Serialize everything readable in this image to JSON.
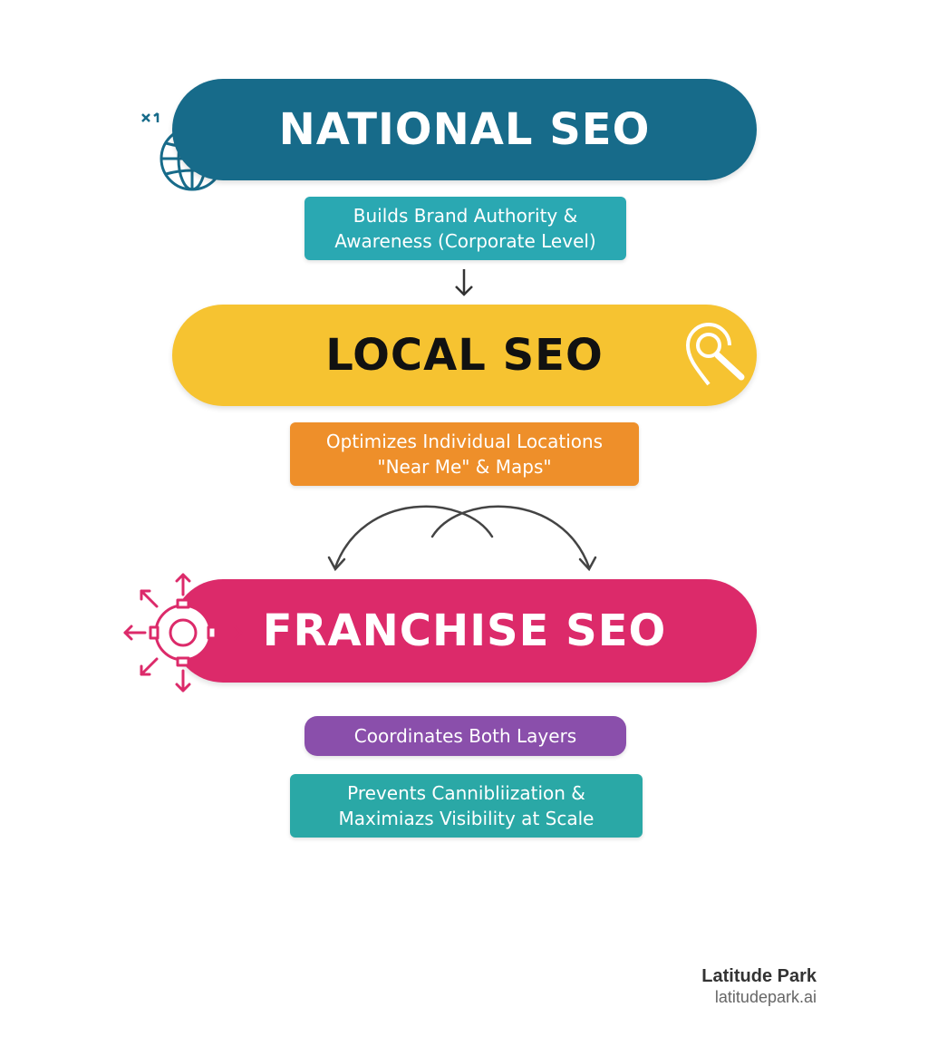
{
  "layers": {
    "national": {
      "title": "NATIONAL SEO",
      "color": "#176b8a",
      "icon": "globe-icon",
      "description": [
        "Builds Brand Authority &",
        "Awareness (Corporate Level)"
      ],
      "description_color": "#2aa8b2"
    },
    "local": {
      "title": "LOCAL SEO",
      "color": "#f6c331",
      "icon": "map-pin-search-icon",
      "description": [
        "Optimizes Individual Locations",
        "\"Near Me\" & Maps\""
      ],
      "description_color": "#ee8f2a"
    },
    "franchise": {
      "title": "FRANCHISE SEO",
      "color": "#dc2a6a",
      "icon": "gear-arrows-icon",
      "descriptions": [
        {
          "lines": [
            "Coordinates Both Layers"
          ],
          "color": "#8a4fab"
        },
        {
          "lines": [
            "Prevents Cannibliization &",
            "Maximiazs Visibility at Scale"
          ],
          "color": "#2aa8a6"
        }
      ]
    }
  },
  "brand": {
    "name": "Latitude Park",
    "url": "latitudepark.ai"
  }
}
